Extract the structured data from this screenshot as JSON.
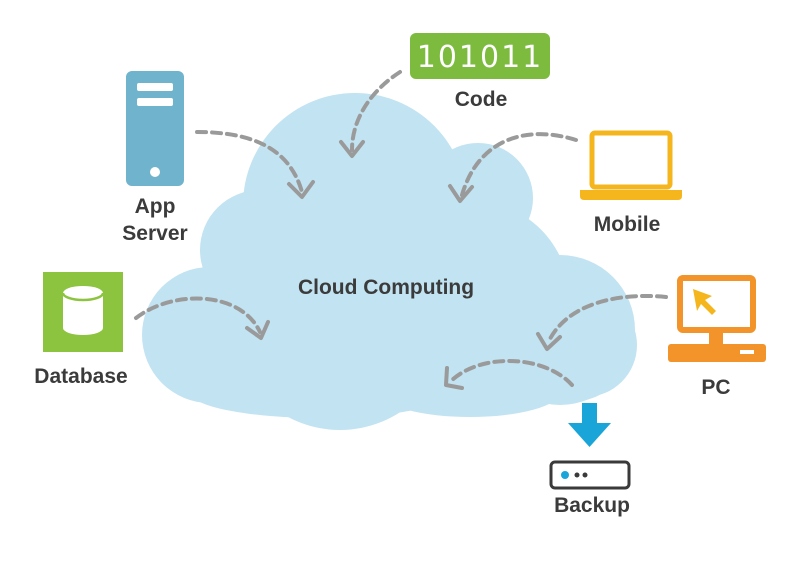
{
  "diagram": {
    "center_label": "Cloud Computing",
    "nodes": {
      "code": {
        "badge": "101011",
        "label": "Code"
      },
      "app_server": {
        "label_line1": "App",
        "label_line2": "Server"
      },
      "mobile": {
        "label": "Mobile"
      },
      "database": {
        "label": "Database"
      },
      "pc": {
        "label": "PC"
      },
      "backup": {
        "label": "Backup"
      }
    }
  },
  "colors": {
    "cloud": "#c2e3f1",
    "server": "#6fb3cc",
    "code_badge": "#7dbb3f",
    "mobile": "#f5b51c",
    "database": "#8cc43f",
    "pc": "#f2942a",
    "pc_cursor": "#f5b51c",
    "backup_arrow": "#1aa5d8",
    "backup_device": "#3a3a3a",
    "arrows": "#9a9a9a",
    "text": "#3b3b3b"
  }
}
